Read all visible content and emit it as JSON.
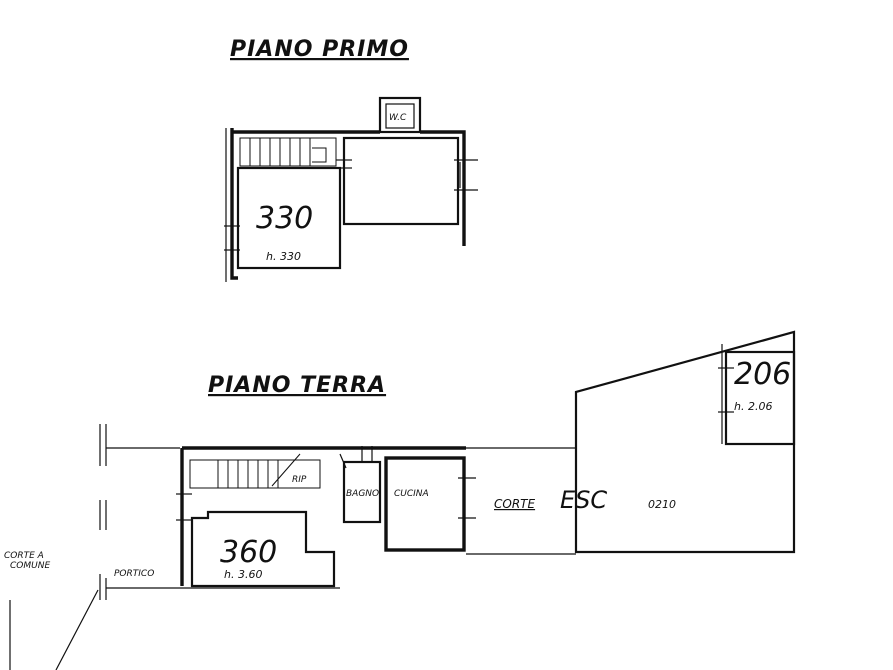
{
  "upper_floor": {
    "title": "PIANO PRIMO",
    "wc_label": "W.C",
    "room_height": "330",
    "room_height_note": "h. 330"
  },
  "ground_floor": {
    "title": "PIANO TERRA",
    "rip_label": "RIP",
    "bagno_label": "BAGNO",
    "cucina_label": "CUCINA",
    "room_height": "360",
    "room_height_note": "h. 3.60",
    "portico_label": "PORTICO",
    "corte_common_label_line1": "CORTE A",
    "corte_common_label_line2": "COMUNE",
    "corte_label": "CORTE",
    "esc_label": "ESC",
    "esc_suffix": "0210",
    "annex_height": "206",
    "annex_height_note": "h. 2.06"
  }
}
